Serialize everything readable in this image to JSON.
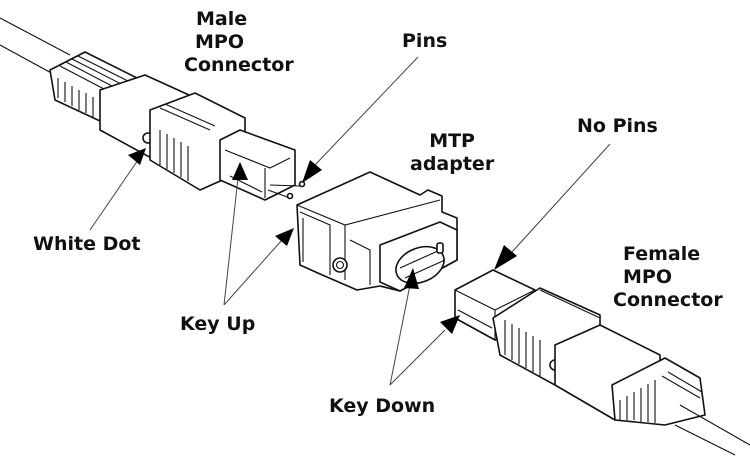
{
  "diagram": {
    "title": "MPO / MTP connector mating diagram",
    "labels": {
      "male_connector": [
        "Male",
        "MPO",
        "Connector"
      ],
      "pins": "Pins",
      "mtp_adapter": [
        "MTP",
        "adapter"
      ],
      "no_pins": "No Pins",
      "white_dot": "White Dot",
      "key_up": "Key Up",
      "key_down": "Key Down",
      "female_connector": [
        "Female",
        "MPO",
        "Connector"
      ]
    },
    "colors": {
      "line": "#111111",
      "fill": "#ffffff",
      "text": "#111111"
    }
  }
}
